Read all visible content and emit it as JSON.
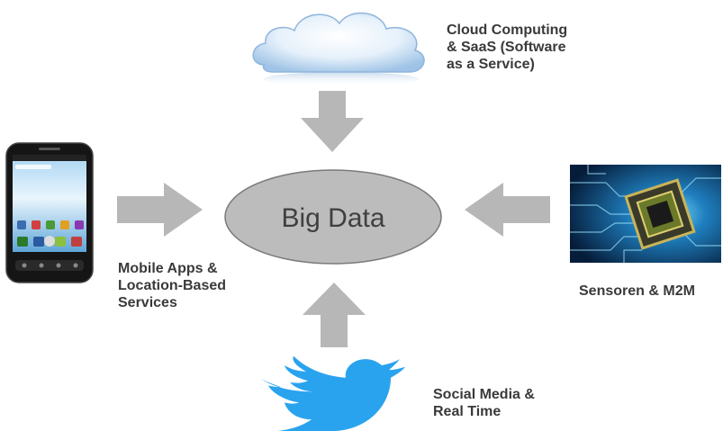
{
  "center": {
    "label": "Big Data"
  },
  "sources": {
    "cloud": {
      "label": "Cloud Computing\n& SaaS (Software\nas a Service)",
      "icon": "cloud-icon"
    },
    "mobile": {
      "label": "Mobile Apps &\nLocation-Based\nServices",
      "icon": "smartphone-icon"
    },
    "sensors": {
      "label": "Sensoren & M2M",
      "icon": "microchip-icon"
    },
    "social": {
      "label": "Social Media &\nReal Time",
      "icon": "twitter-bird-icon"
    }
  },
  "colors": {
    "ellipse_fill": "#bcbcbc",
    "ellipse_stroke": "#7a7a7a",
    "arrow_fill": "#b7b7b7",
    "twitter_blue": "#2aa3ef",
    "label_text": "#3a3a3a"
  }
}
